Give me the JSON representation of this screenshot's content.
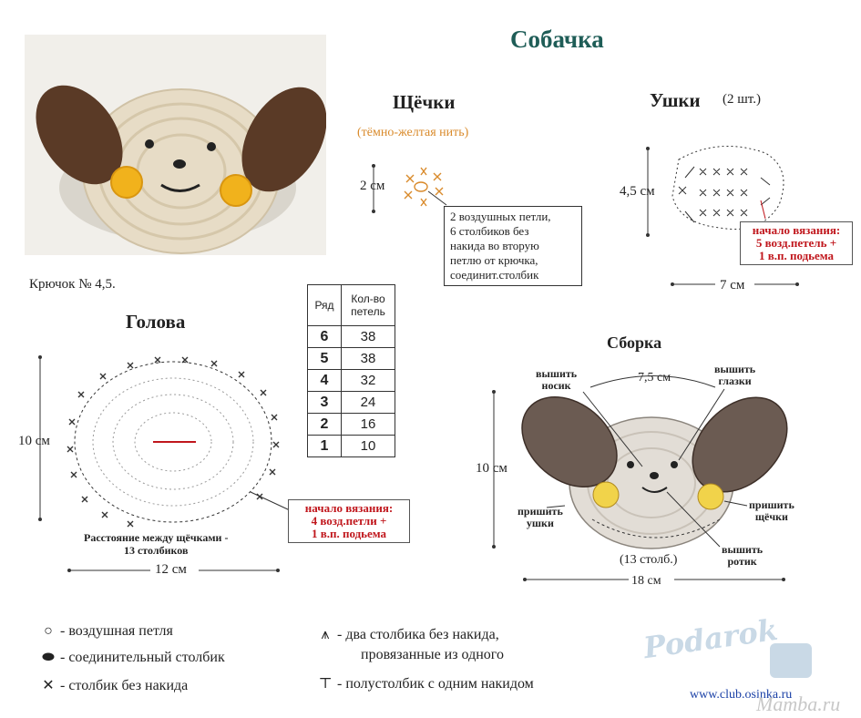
{
  "title": "Собачка",
  "hook": "Крючок № 4,5.",
  "cheeks": {
    "title": "Щёчки",
    "yarn": "(тёмно-желтая нить)",
    "size": "2 см",
    "note": [
      "2 воздушных петли,",
      "6 столбиков без",
      "накида во вторую",
      "петлю от крючка,",
      "соединит.столбик"
    ]
  },
  "ears": {
    "title": "Ушки",
    "count": "(2 шт.)",
    "height": "4,5 см",
    "width": "7 см",
    "start_note": [
      "начало вязания:",
      "5 возд.петель +",
      "1 в.п. подьема"
    ]
  },
  "head": {
    "title": "Голова",
    "height": "10 см",
    "width": "12 см",
    "distance_note": [
      "Расстояние между щёчками -",
      "13 столбиков"
    ],
    "start_note": [
      "начало вязания:",
      "4 возд.петли +",
      "1 в.п. подьема"
    ]
  },
  "table": {
    "col_row": "Ряд",
    "col_count": [
      "Кол-во",
      "петель"
    ],
    "rows": [
      {
        "row": "6",
        "count": "38"
      },
      {
        "row": "5",
        "count": "38"
      },
      {
        "row": "4",
        "count": "32"
      },
      {
        "row": "3",
        "count": "24"
      },
      {
        "row": "2",
        "count": "16"
      },
      {
        "row": "1",
        "count": "10"
      }
    ]
  },
  "assembly": {
    "title": "Сборка",
    "top_width": "7,5 см",
    "height": "10 см",
    "width": "18 см",
    "stitches": "(13 столб.)",
    "nose": [
      "вышить",
      "носик"
    ],
    "eyes": [
      "вышить",
      "глазки"
    ],
    "ears": [
      "пришить",
      "ушки"
    ],
    "cheeks": [
      "пришить",
      "щёчки"
    ],
    "mouth": [
      "вышить",
      "ротик"
    ]
  },
  "legend": {
    "chain": "- воздушная петля",
    "slip": "- соединительный столбик",
    "sc": "- столбик без накида",
    "inc": [
      "- два столбика без накида,",
      "провязанные  из одного"
    ],
    "hdc": "- полустолбик с одним накидом"
  },
  "watermark": {
    "logo": "Podarok",
    "url": "www.club.osinka.ru",
    "site": "Mamba.ru"
  },
  "colors": {
    "title": "#1f5d57",
    "note_red": "#c0161c",
    "yarn_orange": "#d98a2b",
    "ear_brown": "#5a3a26",
    "face_beige": "#e9dcc6",
    "cheek_yellow": "#f1b21c"
  }
}
